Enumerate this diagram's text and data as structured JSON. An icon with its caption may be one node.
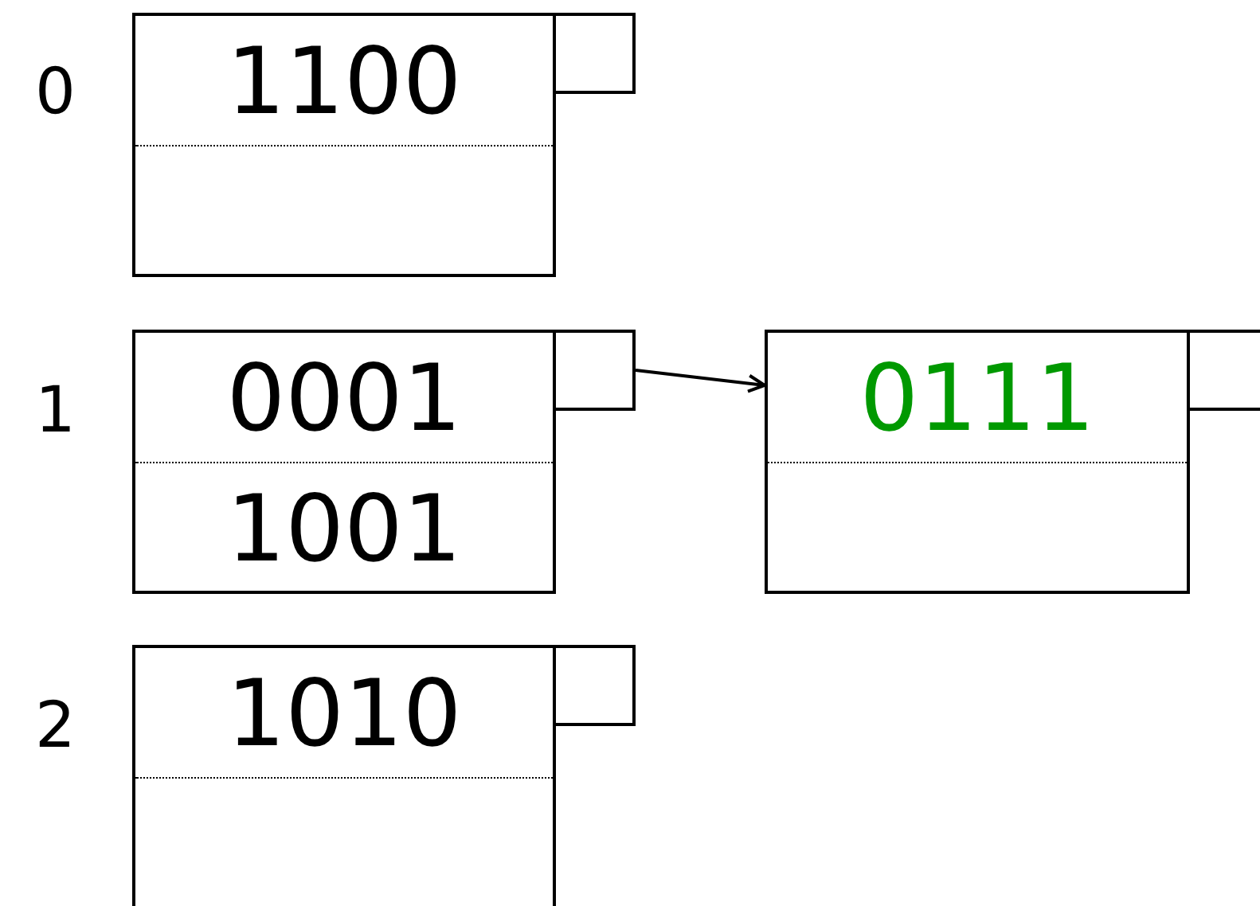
{
  "diagram": {
    "nodes": [
      {
        "text": [
          "1100"
        ]
      },
      {
        "text": [],
        "shape": "box"
      },
      {
        "text": [
          "0001",
          "1001"
        ]
      },
      {
        "text": [],
        "shape": "box"
      },
      {
        "text": [
          "0111"
        ]
      },
      {
        "text": [],
        "shape": "box"
      },
      {
        "text": [
          "1010"
        ]
      },
      {
        "text": [],
        "shape": "box"
      }
    ],
    "edges": [
      {
        "from": 3,
        "to": 4,
        "arrow": "to"
      }
    ],
    "labels": [
      "0",
      "1",
      "2"
    ]
  }
}
